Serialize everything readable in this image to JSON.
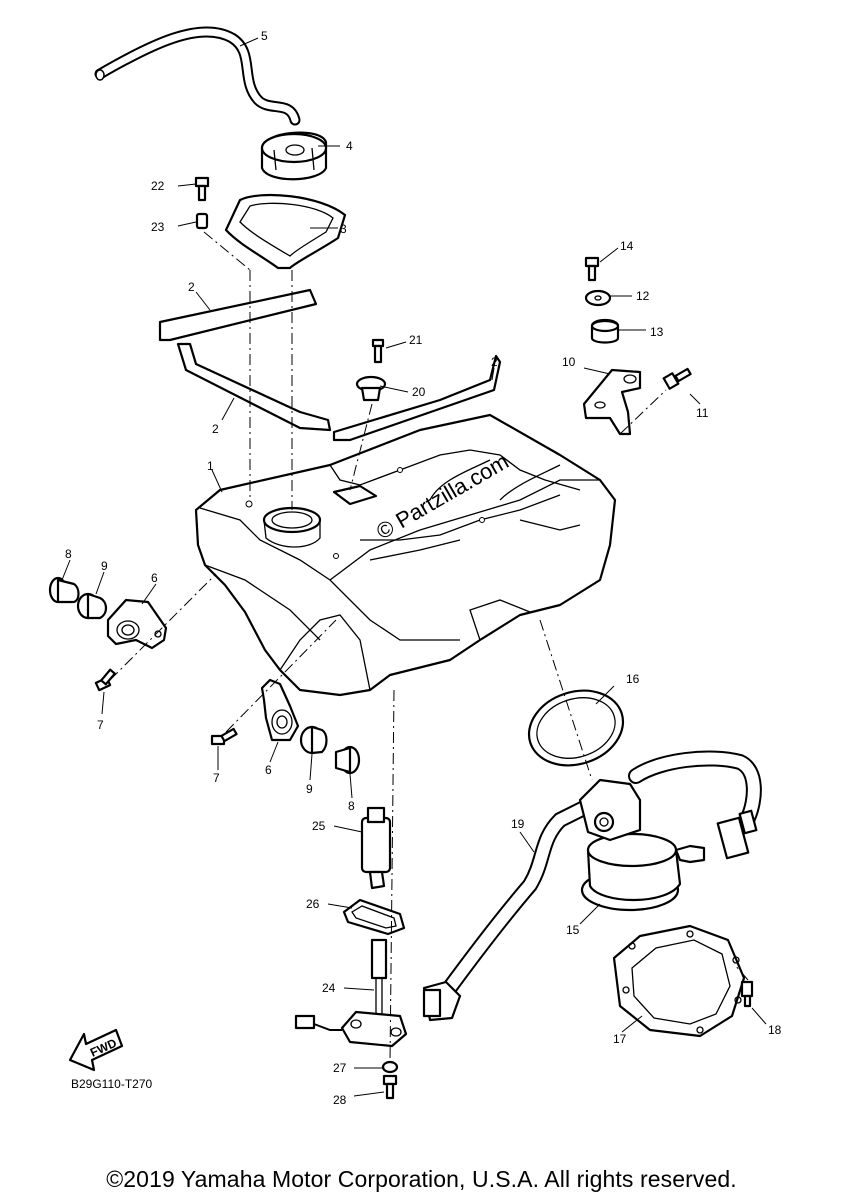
{
  "diagram": {
    "code": "B29G110-T270",
    "watermark": "© Partzilla.com",
    "fwd_label": "FWD",
    "callouts": [
      {
        "id": "c5",
        "text": "5"
      },
      {
        "id": "c4",
        "text": "4"
      },
      {
        "id": "c22",
        "text": "22"
      },
      {
        "id": "c23",
        "text": "23"
      },
      {
        "id": "c3",
        "text": "3"
      },
      {
        "id": "c14",
        "text": "14"
      },
      {
        "id": "c12",
        "text": "12"
      },
      {
        "id": "c13",
        "text": "13"
      },
      {
        "id": "c2a",
        "text": "2"
      },
      {
        "id": "c2b",
        "text": "2"
      },
      {
        "id": "c2c",
        "text": "2"
      },
      {
        "id": "c21",
        "text": "21"
      },
      {
        "id": "c20",
        "text": "20"
      },
      {
        "id": "c10",
        "text": "10"
      },
      {
        "id": "c11",
        "text": "11"
      },
      {
        "id": "c1",
        "text": "1"
      },
      {
        "id": "c8a",
        "text": "8"
      },
      {
        "id": "c9a",
        "text": "9"
      },
      {
        "id": "c6a",
        "text": "6"
      },
      {
        "id": "c7a",
        "text": "7"
      },
      {
        "id": "c16",
        "text": "16"
      },
      {
        "id": "c7b",
        "text": "7"
      },
      {
        "id": "c6b",
        "text": "6"
      },
      {
        "id": "c9b",
        "text": "9"
      },
      {
        "id": "c8b",
        "text": "8"
      },
      {
        "id": "c25",
        "text": "25"
      },
      {
        "id": "c19",
        "text": "19"
      },
      {
        "id": "c15",
        "text": "15"
      },
      {
        "id": "c26",
        "text": "26"
      },
      {
        "id": "c24",
        "text": "24"
      },
      {
        "id": "c17",
        "text": "17"
      },
      {
        "id": "c18",
        "text": "18"
      },
      {
        "id": "c27",
        "text": "27"
      },
      {
        "id": "c28",
        "text": "28"
      }
    ]
  },
  "footer": {
    "copyright": "©2019 Yamaha Motor Corporation, U.S.A. All rights reserved."
  }
}
